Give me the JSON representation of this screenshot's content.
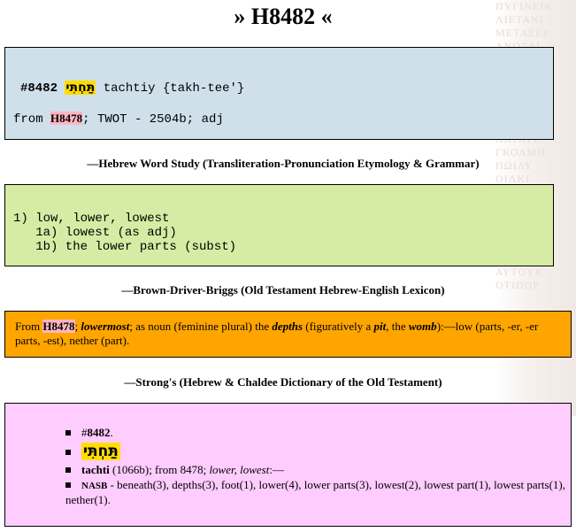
{
  "title": "» H8482 «",
  "entry": {
    "number": "#8482",
    "hebrew": "תַּחְתִּי",
    "translit": " tachtiy {takh-tee'}",
    "from_prefix": "from ",
    "from_ref": "H8478",
    "from_suffix": "; TWOT - 2504b; adj"
  },
  "headings": {
    "word_study": "—Hebrew Word Study (Transliteration-Pronunciation Etymology & Grammar)",
    "bdb": "—Brown-Driver-Briggs (Old Testament Hebrew-English Lexicon)",
    "strongs": "—Strong's (Hebrew & Chaldee Dictionary of the Old Testament)"
  },
  "definitions": {
    "line1": "1) low, lower, lowest",
    "line2": "   1a) lowest (as adj)",
    "line3": "   1b) the lower parts (subst)"
  },
  "bdb": {
    "from": "From ",
    "ref": "H8478",
    "sep": "; ",
    "lowermost": "lowermost",
    "t1": "; as noun (feminine plural) the ",
    "depths": "depths",
    "t2": " (figuratively a ",
    "pit": "pit",
    "t3": ", the ",
    "womb": "womb",
    "t4": "):—low (parts, -er, -er parts, -est), nether (part)."
  },
  "strongs": {
    "number_prefix": "#",
    "number": "8482",
    "number_suffix": ".",
    "hebrew": "תַּחְתִּי",
    "translit": "tachti",
    "t1": " (1066b); from 8478; ",
    "gloss": "lower, lowest",
    "t2": ":—",
    "nasb_label": "NASB",
    "nasb_text": " - beneath(3), depths(3), foot(1), lower(4), lower parts(3), lowest(2), lowest part(1), lowest parts(1), nether(1)."
  },
  "watermark": {
    "lines": "ΠΥΓΙΝΕΙΚ\nΛΙΕΤΑΝΙ\nΜΕΤΑΣΕΡ\nΑΝΩΤΑΙ\nΓΑΙΕΛΛΟ\nΥΤΥΚΕΙ\nΤΟΝΤΗ\nΥΣΑΙΜ\nΙΘΗΝΑΙ\nΜΟΥΓΑ\nΠΑΡΑΓΕ\nΓΚΟΑΜΗ\nΠΩΙΛΥ\nΟΙΛΚΙ\nΝΕΔΥΡ\nΜΕΝΟΥ\nΛΑΝΤΕ\nΟΚΚΙΝ\nΕΝΑΛΑ\nΤΑΣΚΕ\nΑΥΤΟΥΚ\nΟΤΙΠΟΡ\n\n\nΣΑΙΕΦΥ\nΜΝΗΜΕ\nΑΥΤΑΣΤ"
  }
}
